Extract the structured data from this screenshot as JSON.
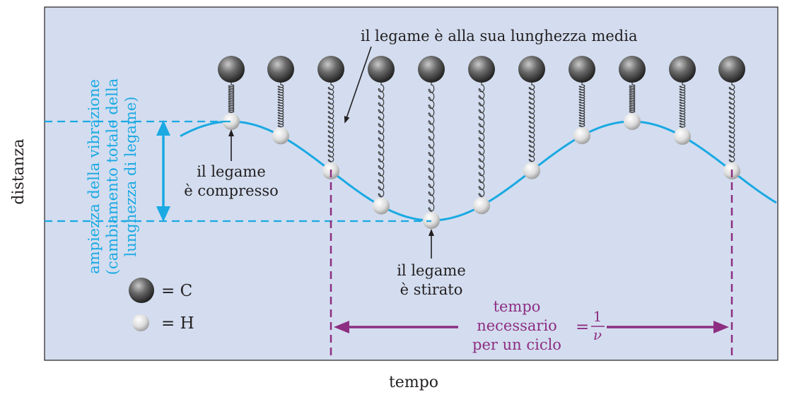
{
  "labels": {
    "y_axis": "distanza",
    "x_axis": "tempo",
    "mean_length": "il legame è alla sua lunghezza media",
    "compressed": [
      "il legame",
      "è compresso"
    ],
    "stretched": [
      "il legame",
      "è stirato"
    ],
    "amplitude": [
      "ampiezza della vibrazione",
      "(cambiamento totale della",
      "lunghezza di legame)"
    ],
    "legend_c": "= C",
    "legend_h": "= H",
    "period": [
      "tempo",
      "necessario",
      "per un ciclo"
    ],
    "period_eq": "=",
    "period_num": "1",
    "period_den": "ν"
  },
  "colors": {
    "panel": "#d3ddef",
    "wave": "#1aa9e3",
    "period": "#8d2e82",
    "text": "#231f20",
    "spring": "#3a3a3a"
  },
  "molecules": {
    "description_free": true,
    "count": 11
  }
}
